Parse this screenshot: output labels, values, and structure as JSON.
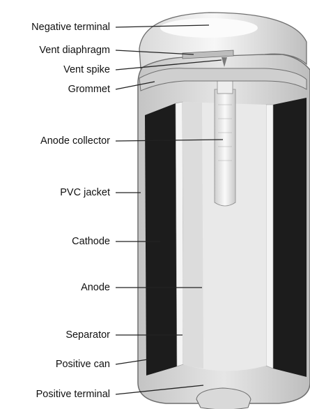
{
  "labels": {
    "negative_terminal": "Negative terminal",
    "vent_diaphragm": "Vent diaphragm",
    "vent_spike": "Vent spike",
    "grommet": "Grommet",
    "anode_collector": "Anode collector",
    "pvc_jacket": "PVC jacket",
    "cathode": "Cathode",
    "anode": "Anode",
    "separator": "Separator",
    "positive_can": "Positive can",
    "positive_terminal": "Positive terminal"
  },
  "colors": {
    "background": "#ffffff",
    "cathode": "#1c1c1c",
    "anode": "#e9e9e9",
    "jacket": "#d8d8d8",
    "outline": "#777777",
    "leader_line": "#222222"
  }
}
